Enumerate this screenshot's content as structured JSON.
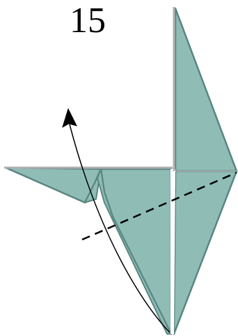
{
  "diagram": {
    "step_number": "15",
    "colors": {
      "paper_fill": "#8fbdb6",
      "paper_edge": "#5a8580",
      "crease_line": "#b0b0b0",
      "fold_line": "#000000",
      "arrow": "#000000",
      "background": "#ffffff"
    },
    "fold_line_style": "dashed",
    "arrow_direction": "up-left"
  }
}
